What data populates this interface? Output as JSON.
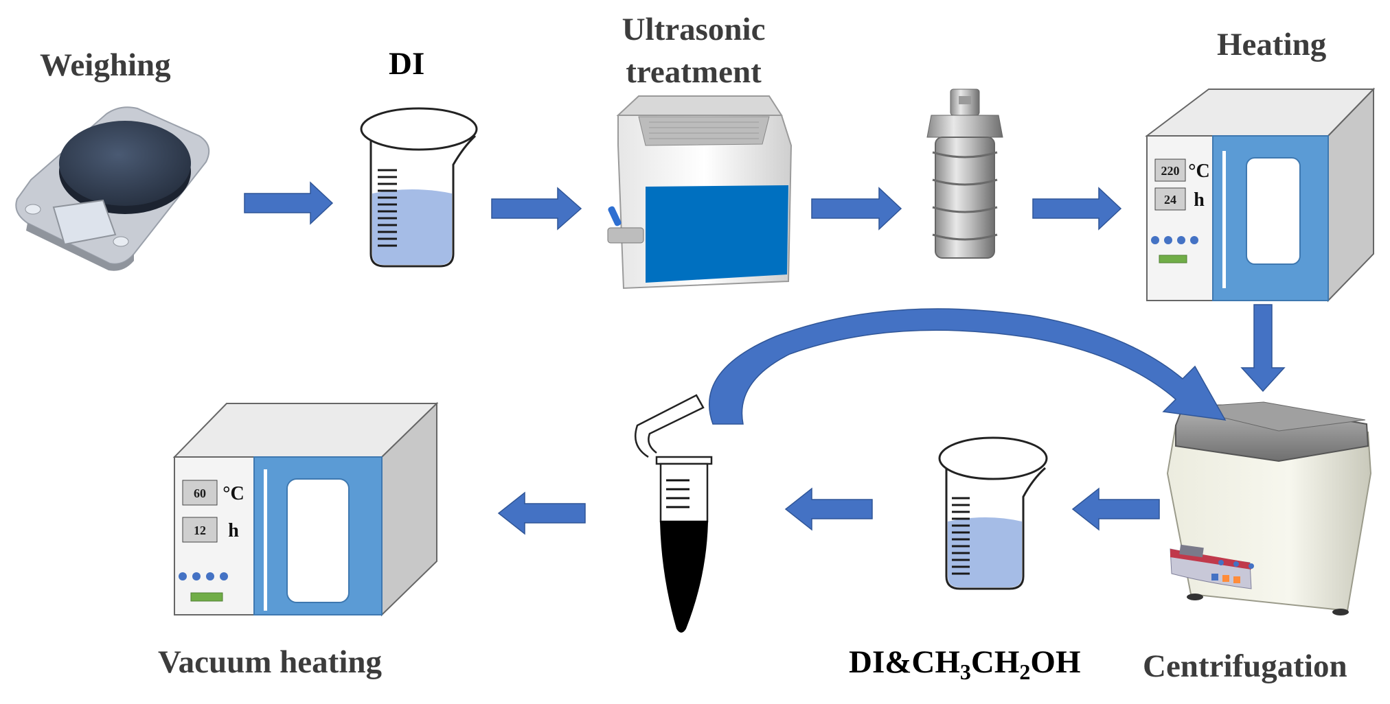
{
  "colors": {
    "arrow": "#4472c4",
    "arrow_dark": "#2f5597",
    "oven_door": "#5b9bd5",
    "ultrasonic_panel": "#0070c0",
    "beaker_liquid": "#9bb5e3",
    "label_gray": "#3c3c3c"
  },
  "labels": {
    "weighing": "Weighing",
    "di": "DI",
    "ultrasonic_line1": "Ultrasonic",
    "ultrasonic_line2": "treatment",
    "heating": "Heating",
    "vacuum_heating": "Vacuum heating",
    "wash_prefix": "DI&CH",
    "wash_sub1": "3",
    "wash_mid": "CH",
    "wash_sub2": "2",
    "wash_suffix": "OH",
    "centrifugation": "Centrifugation"
  },
  "heating_oven": {
    "temperature": "220",
    "temperature_unit": "°C",
    "time": "24",
    "time_unit": "h"
  },
  "vacuum_oven": {
    "temperature": "60",
    "temperature_unit": "°C",
    "time": "12",
    "time_unit": "h"
  },
  "icons": [
    "scale-icon",
    "beaker-icon",
    "ultrasonic-bath-icon",
    "autoclave-icon",
    "oven-icon",
    "centrifuge-icon",
    "centrifuge-tube-icon",
    "vacuum-oven-icon"
  ]
}
